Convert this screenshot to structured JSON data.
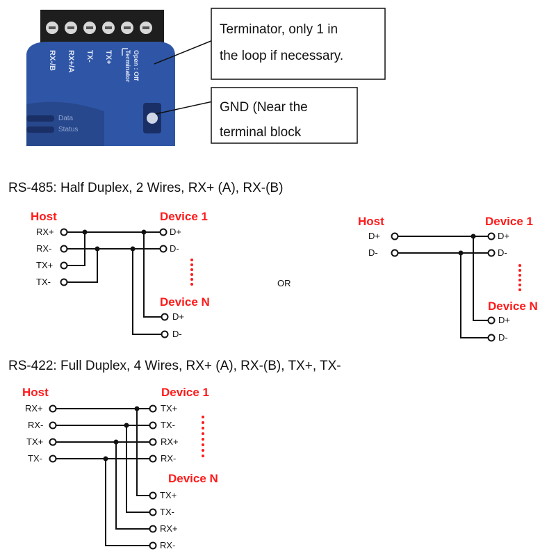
{
  "device_photo": {
    "pin_labels": [
      "RX-/B",
      "RX+/A",
      "TX-",
      "TX+"
    ],
    "terminator_label": "Terminator",
    "terminator_sub": "Open : Off",
    "led_labels": [
      "Data",
      "Status"
    ],
    "colors": {
      "body": "#2f56a6",
      "terminal": "#1e1e1e",
      "screw": "#d8d8d8"
    }
  },
  "callouts": {
    "terminator": [
      "Terminator, only 1 in",
      "the loop if necessary."
    ],
    "gnd": [
      "GND (Near the",
      "terminal block"
    ]
  },
  "rs485": {
    "heading": "RS-485: Half Duplex, 2 Wires, RX+ (A), RX-(B)",
    "left": {
      "host": "Host",
      "host_pins": [
        "RX+",
        "RX-",
        "TX+",
        "TX-"
      ],
      "device1": "Device 1",
      "device1_pins": [
        "D+",
        "D-"
      ],
      "deviceN": "Device N",
      "deviceN_pins": [
        "D+",
        "D-"
      ]
    },
    "or_label": "OR",
    "right": {
      "host": "Host",
      "host_pins": [
        "D+",
        "D-"
      ],
      "device1": "Device 1",
      "device1_pins": [
        "D+",
        "D-"
      ],
      "deviceN": "Device N",
      "deviceN_pins": [
        "D+",
        "D-"
      ]
    }
  },
  "rs422": {
    "heading": "RS-422: Full Duplex, 4 Wires, RX+ (A), RX-(B), TX+, TX-",
    "host": "Host",
    "host_pins": [
      "RX+",
      "RX-",
      "TX+",
      "TX-"
    ],
    "device1": "Device 1",
    "device1_pins": [
      "TX+",
      "TX-",
      "RX+",
      "RX-"
    ],
    "deviceN": "Device N",
    "deviceN_pins": [
      "TX+",
      "TX-",
      "RX+",
      "RX-"
    ]
  },
  "colors": {
    "accent": "#ff1a1a",
    "line": "#111111"
  }
}
